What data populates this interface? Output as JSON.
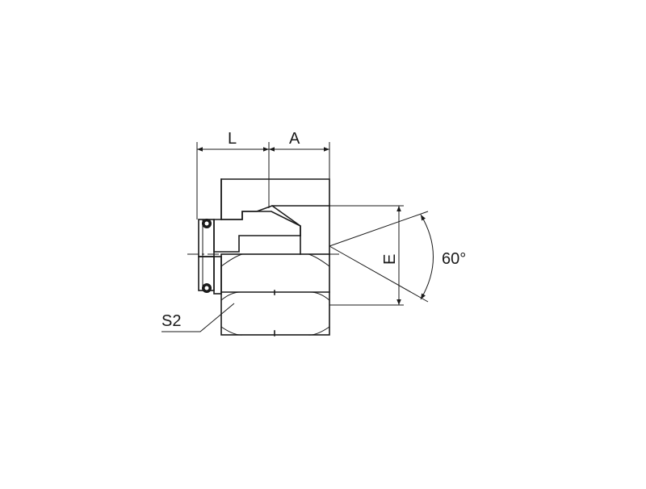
{
  "labels": {
    "dim_l": "L",
    "dim_a": "A",
    "dim_e": "E",
    "angle": "60°",
    "hex_size": "S2"
  },
  "colors": {
    "line": "#1a1a1a",
    "background": "#ffffff"
  }
}
